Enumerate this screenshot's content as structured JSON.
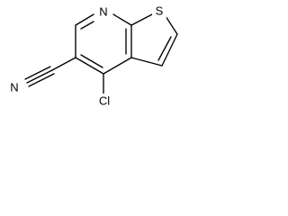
{
  "structure": {
    "atoms": {
      "n7": "N",
      "s1": "S",
      "cl": "Cl",
      "n_cyano": "N"
    }
  }
}
